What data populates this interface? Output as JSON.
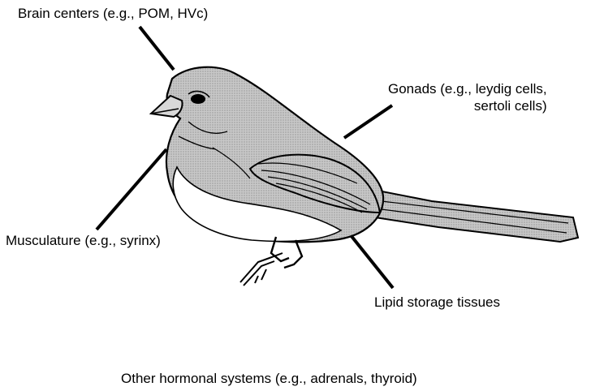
{
  "labels": {
    "brain": "Brain centers (e.g., POM, HVc)",
    "gonads_line1": "Gonads (e.g., leydig cells,",
    "gonads_line2": "sertoli cells)",
    "musculature": "Musculature (e.g., syrinx)",
    "lipid": "Lipid storage tissues",
    "other": "Other hormonal systems (e.g., adrenals, thyroid)"
  },
  "colors": {
    "ink": "#000000",
    "shade": "#b9b9b9",
    "belly": "#ffffff",
    "beak": "#d8d8d8"
  }
}
